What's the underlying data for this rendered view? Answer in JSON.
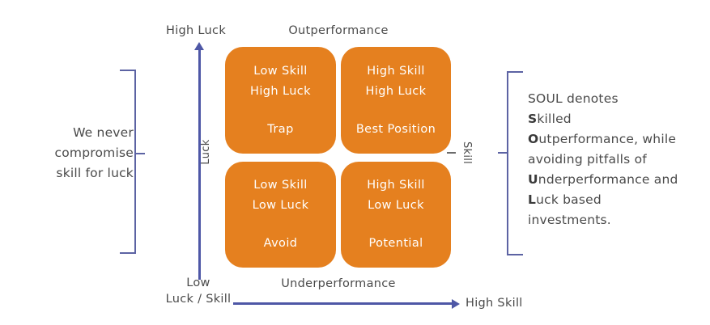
{
  "colors": {
    "quadrant_fill": "#E5801F",
    "quadrant_text": "#FFFFFF",
    "arrow": "#4E57A6",
    "bracket": "#5C63A3",
    "label_text": "#4A4A4A",
    "background": "#FFFFFF"
  },
  "axes": {
    "y_top_label": "High Luck",
    "y_axis_name": "Luck",
    "x_right_label": "High Skill",
    "x_axis_name": "Skill",
    "origin_label_line1": "Low",
    "origin_label_line2": "Luck / Skill"
  },
  "performance_labels": {
    "top": "Outperformance",
    "bottom": "Underperformance"
  },
  "quadrants": [
    {
      "id": "top-left",
      "line1": "Low Skill",
      "line2": "High Luck",
      "verdict": "Trap"
    },
    {
      "id": "top-right",
      "line1": "High Skill",
      "line2": "High Luck",
      "verdict": "Best Position"
    },
    {
      "id": "bottom-left",
      "line1": "Low Skill",
      "line2": "Low Luck",
      "verdict": "Avoid"
    },
    {
      "id": "bottom-right",
      "line1": "High Skill",
      "line2": "Low Luck",
      "verdict": "Potential"
    }
  ],
  "left_note": {
    "line1": "We never",
    "line2": "compromise",
    "line3": "skill for luck"
  },
  "right_note": {
    "l1": "SOUL denotes",
    "l2_bold": "S",
    "l2_rest": "killed",
    "l3_bold": "O",
    "l3_rest": "utperformance, while",
    "l4": "avoiding pitfalls of",
    "l5_bold": "U",
    "l5_rest": "nderperformance  and",
    "l6_bold": "L",
    "l6_rest": "uck based",
    "l7": "investments."
  },
  "chart_data": {
    "type": "table",
    "title": "SOUL Skill vs Luck Quadrant Matrix",
    "xlabel": "Skill",
    "ylabel": "Luck",
    "x_axis_range": [
      "Low Luck / Skill",
      "High Skill"
    ],
    "y_axis_range": [
      "Low Luck / Skill",
      "High Luck"
    ],
    "columns": [
      "Skill",
      "Luck",
      "Verdict",
      "Performance band"
    ],
    "rows": [
      [
        "Low Skill",
        "High Luck",
        "Trap",
        "Outperformance"
      ],
      [
        "High Skill",
        "High Luck",
        "Best Position",
        "Outperformance"
      ],
      [
        "Low Skill",
        "Low Luck",
        "Avoid",
        "Underperformance"
      ],
      [
        "High Skill",
        "Low Luck",
        "Potential",
        "Underperformance"
      ]
    ]
  }
}
